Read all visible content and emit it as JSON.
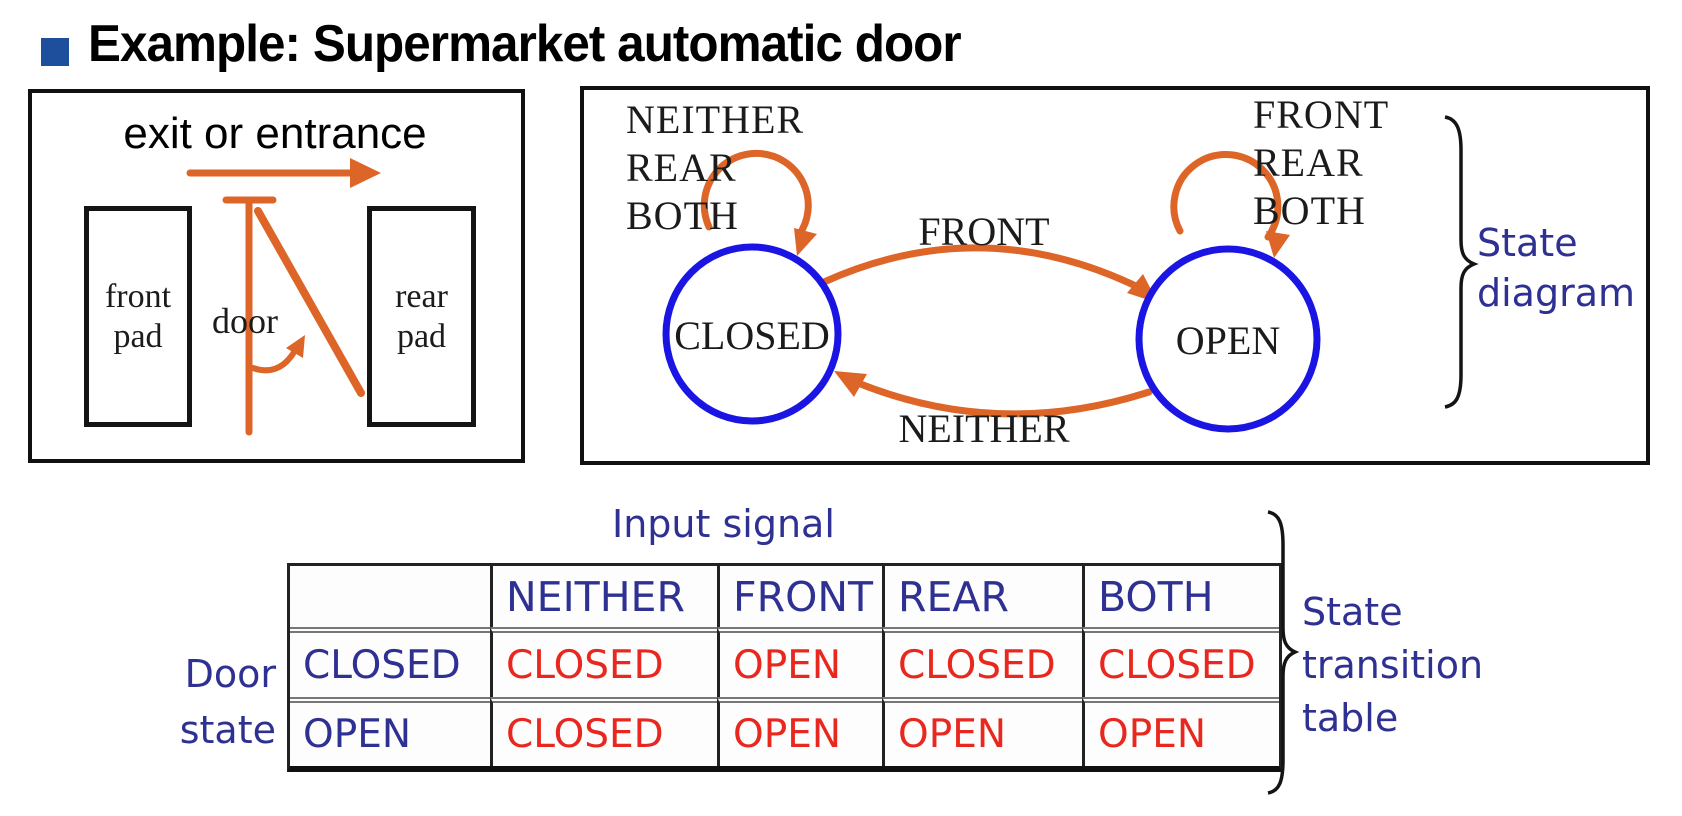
{
  "title": {
    "bullet": "square",
    "text": "Example: Supermarket automatic door"
  },
  "door_diagram": {
    "caption": "exit or entrance",
    "front_pad": [
      "front",
      "pad"
    ],
    "rear_pad": [
      "rear",
      "pad"
    ],
    "door_label": "door"
  },
  "state_diagram": {
    "closed_state": "CLOSED",
    "open_state": "OPEN",
    "closed_loop_labels": [
      "NEITHER",
      "REAR",
      "BOTH"
    ],
    "open_loop_labels": [
      "FRONT",
      "REAR",
      "BOTH"
    ],
    "to_open_label": "FRONT",
    "to_closed_label": "NEITHER",
    "caption": [
      "State",
      "diagram"
    ]
  },
  "transition_table": {
    "caption_top": "Input signal",
    "caption_left": [
      "Door",
      "state"
    ],
    "caption_right": [
      "State",
      "transition",
      "table"
    ],
    "headers": [
      "",
      "NEITHER",
      "FRONT",
      "REAR",
      "BOTH"
    ],
    "rows": [
      {
        "state": "CLOSED",
        "values": [
          "CLOSED",
          "OPEN",
          "CLOSED",
          "CLOSED"
        ]
      },
      {
        "state": "OPEN",
        "values": [
          "CLOSED",
          "OPEN",
          "OPEN",
          "OPEN"
        ]
      }
    ]
  },
  "colors": {
    "bullet_blue": "#1e4f9c",
    "label_navy": "#2e3192",
    "result_red": "#e8281e",
    "arrow_orange": "#dd6527",
    "state_circle_blue": "#1a15e3",
    "line_black": "#111111"
  }
}
